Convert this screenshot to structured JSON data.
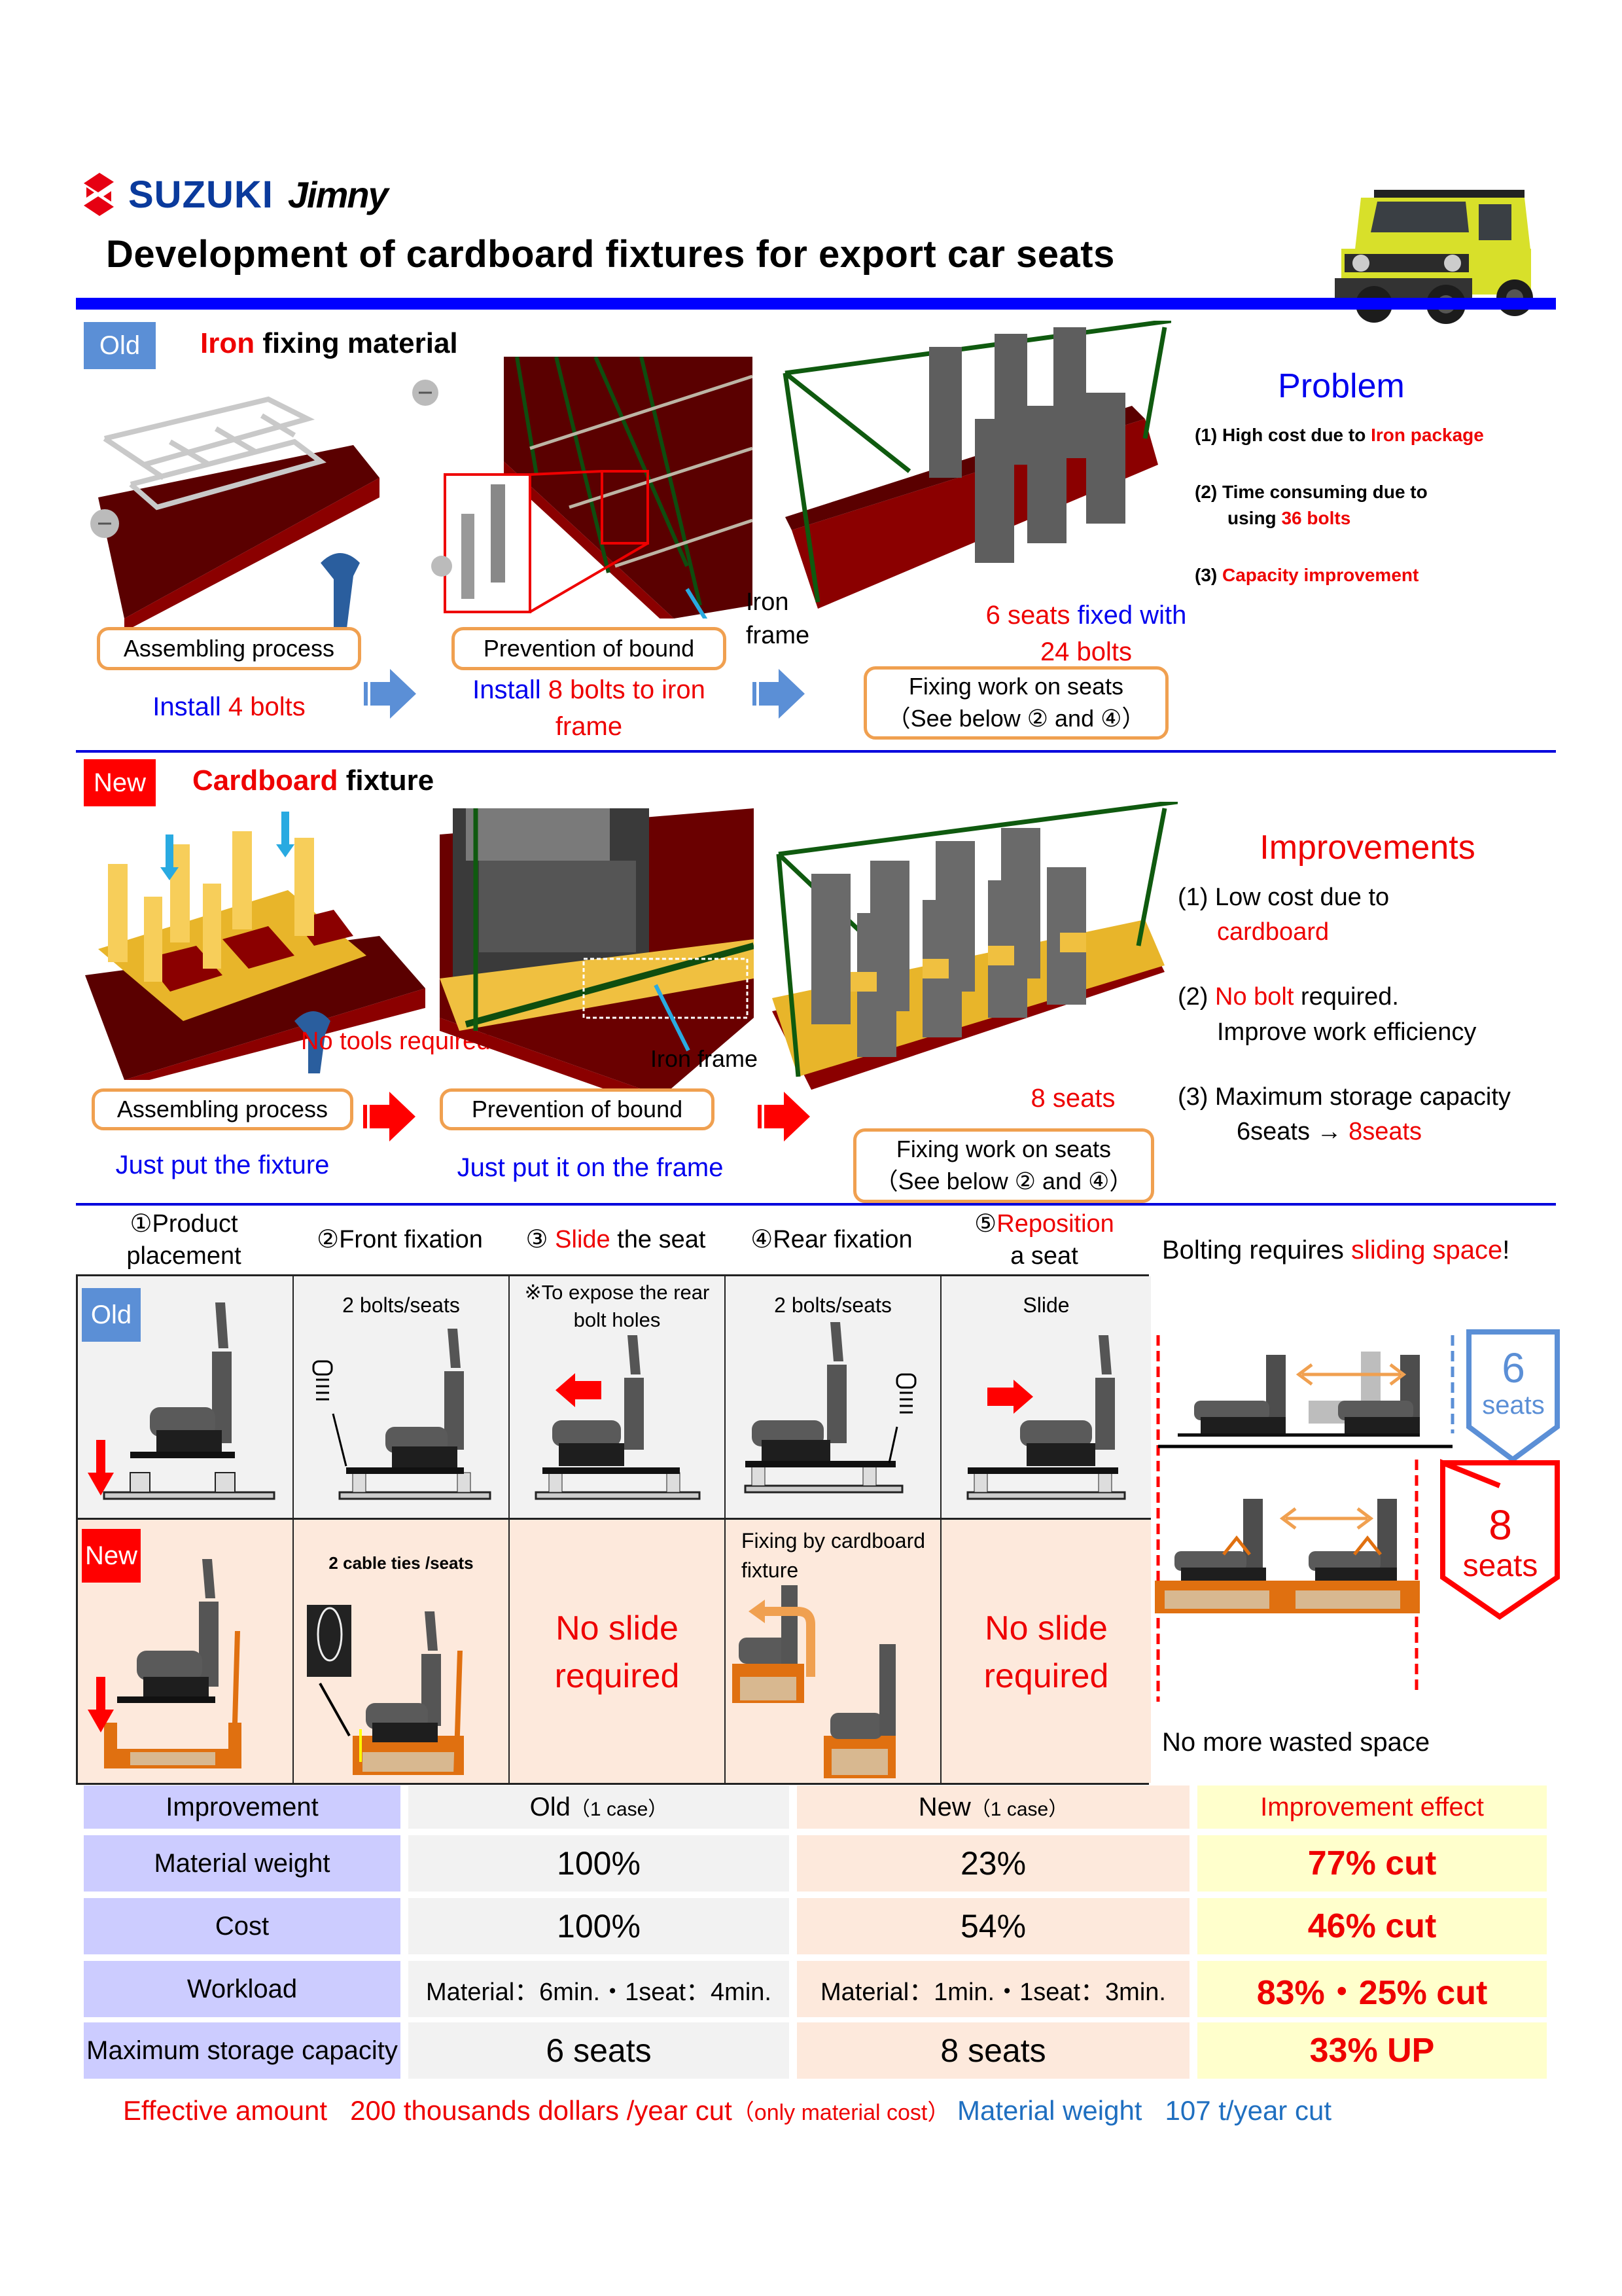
{
  "header": {
    "brand": "SUZUKI",
    "model": "Jimny",
    "title": "Development of cardboard fixtures for export car seats"
  },
  "colors": {
    "header_bar": "#0000ff",
    "old_tag": "#5b8fd6",
    "new_tag": "#ff0000",
    "accent_red": "#ee0000",
    "accent_blue": "#0000ee",
    "pill_border": "#f0a050",
    "table_label_bg": "#ccccff",
    "table_old_bg": "#f2f2f2",
    "table_new_bg": "#fde9dc",
    "table_effect_bg": "#ffffcc"
  },
  "old_section": {
    "tag": "Old",
    "title_red": "Iron",
    "title_rest": " fixing material",
    "step1": {
      "box": "Assembling process",
      "note_blue": "Install ",
      "note_red": "4 bolts"
    },
    "step2": {
      "box": "Prevention of bound",
      "note_blue": "Install ",
      "note_red": "8 bolts to iron frame"
    },
    "callout_iron_frame": "Iron frame",
    "step3": {
      "caption_red": "6 seats",
      "caption_blue": " fixed with",
      "caption_red2": "24 bolts",
      "box_line1": "Fixing work on seats",
      "box_line2": "（See below ② and ④）"
    },
    "problem": {
      "title": "Problem",
      "items": [
        {
          "num": "(1) ",
          "text": "High cost due to ",
          "red": "Iron package"
        },
        {
          "num": "(2) ",
          "text": "Time consuming due to",
          "text2": "using ",
          "red": "36 bolts"
        },
        {
          "num": "(3) ",
          "text": "",
          "red": "Capacity improvement"
        }
      ]
    }
  },
  "new_section": {
    "tag": "New",
    "title_red": "Cardboard",
    "title_rest": " fixture",
    "no_tools": "No tools required",
    "callout_iron_frame": "Iron frame",
    "step1": {
      "box": "Assembling process",
      "note": "Just put the fixture"
    },
    "step2": {
      "box": "Prevention of bound",
      "note": "Just put it on the frame"
    },
    "step3": {
      "caption_red": "8 seats",
      "box_line1": "Fixing work on seats",
      "box_line2": "（See below ② and ④）"
    },
    "improvements": {
      "title": "Improvements",
      "items": [
        {
          "num": "(1) ",
          "text": "Low cost due to",
          "red": "cardboard"
        },
        {
          "num": "(2) ",
          "red": "No bolt",
          "text": " required.",
          "text2": "Improve work efficiency"
        },
        {
          "num": "(3) ",
          "text": "Maximum storage capacity",
          "text2": "6seats → ",
          "red": "8seats"
        }
      ]
    }
  },
  "process": {
    "headers": [
      {
        "label": "①Product placement"
      },
      {
        "label": "②Front fixation"
      },
      {
        "label_pre": "③ ",
        "label_red": "Slide",
        "label_post": " the seat"
      },
      {
        "label": "④Rear fixation"
      },
      {
        "label_pre": "⑤",
        "label_red": "Reposition",
        "label_post": " a seat"
      }
    ],
    "old_row": {
      "tag": "Old",
      "cells": [
        "",
        "2 bolts/seats",
        "※To expose the rear bolt holes",
        "2 bolts/seats",
        "Slide"
      ]
    },
    "new_row": {
      "tag": "New",
      "cells": [
        "",
        "2 cable ties /seats",
        "No slide required",
        "Fixing by cardboard fixture",
        "No slide required"
      ]
    }
  },
  "comparison": {
    "top_text": "Bolting requires ",
    "top_red": "sliding space",
    "top_end": "!",
    "old_count": "6",
    "old_unit": "seats",
    "new_count": "8",
    "new_unit": "seats",
    "bottom_text": "No more wasted space"
  },
  "results": {
    "headers": [
      "Improvement",
      "Old",
      "（1 case）",
      "New",
      "（1 case）",
      "Improvement  effect"
    ],
    "rows": [
      {
        "label": "Material weight",
        "old": "100%",
        "new": "23%",
        "effect": "77% cut"
      },
      {
        "label": "Cost",
        "old": "100%",
        "new": "54%",
        "effect": "46% cut"
      },
      {
        "label": "Workload",
        "old": "Material：6min.・1seat：4min.",
        "new": "Material：1min.・1seat：3min.",
        "effect": "83%・25% cut"
      },
      {
        "label": "Maximum storage capacity",
        "old": "6 seats",
        "new": "8 seats",
        "effect": "33% UP"
      }
    ]
  },
  "footer": {
    "effective_label": "Effective amount",
    "effective_value": "200 thousands dollars /year cut",
    "effective_note": "（only material cost）",
    "weight_label": "Material weight",
    "weight_value": "107 t/year  cut"
  }
}
